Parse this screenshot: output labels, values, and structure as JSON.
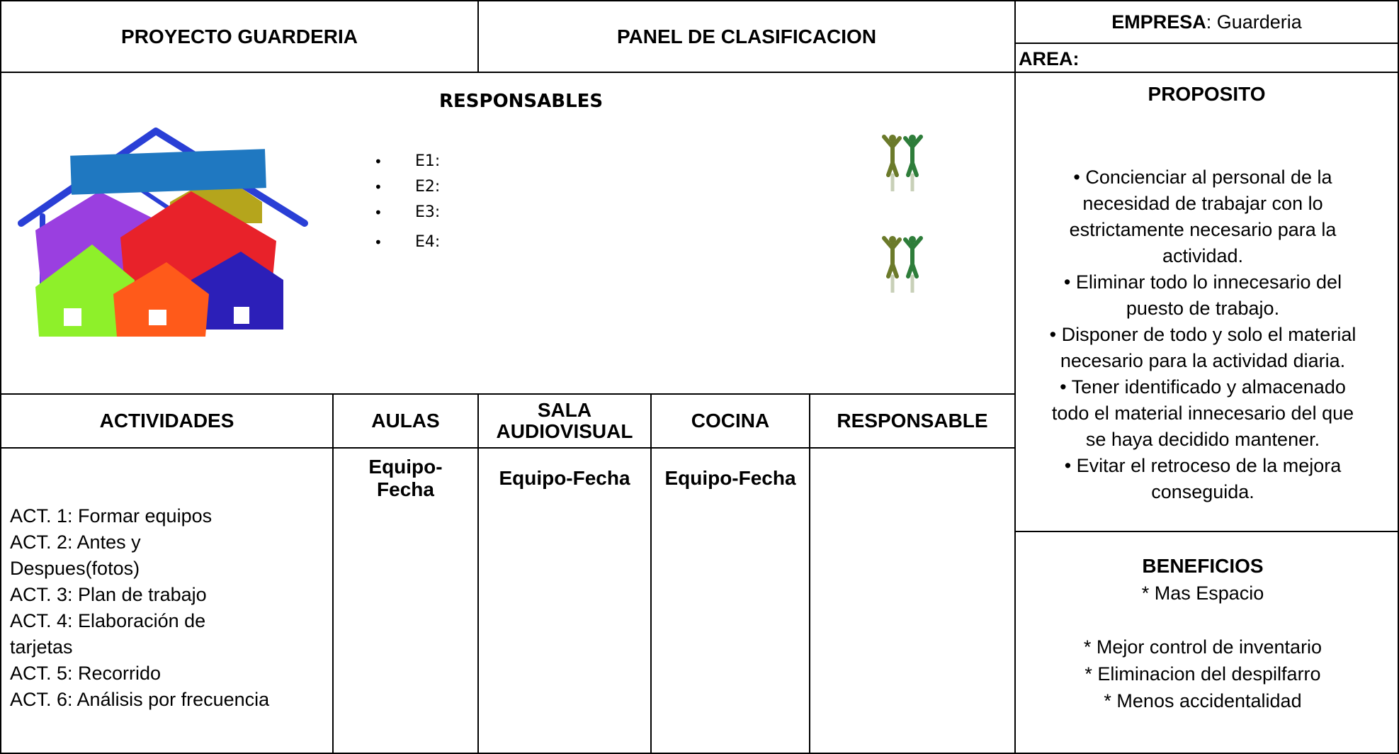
{
  "header": {
    "proyecto": "PROYECTO GUARDERIA",
    "panel": "PANEL DE CLASIFICACION",
    "empresa_label": "EMPRESA",
    "empresa_value": ": Guarderia",
    "area_label": "AREA:"
  },
  "responsables": {
    "title": "RESPONSABLES",
    "items": [
      "E1:",
      "E2:",
      "E3:",
      "E4:"
    ],
    "bullet": "•"
  },
  "table": {
    "headers": [
      "ACTIVIDADES",
      "AULAS",
      "SALA AUDIOVISUAL",
      "COCINA",
      "RESPONSABLE"
    ],
    "sala_line1": "SALA",
    "sala_line2": "AUDIOVISUAL",
    "aulas_sub_line1": "Equipo-",
    "aulas_sub_line2": "Fecha",
    "sala_sub": "Equipo-Fecha",
    "cocina_sub": "Equipo-Fecha",
    "actividades": [
      "ACT. 1:  Formar equipos",
      "ACT. 2: Antes y",
      "Despues(fotos)",
      "ACT. 3: Plan de trabajo",
      "ACT. 4: Elaboración de",
      "tarjetas",
      "ACT. 5: Recorrido",
      "ACT. 6: Análisis por frecuencia"
    ]
  },
  "proposito": {
    "title": "PROPOSITO",
    "lines": [
      "• Concienciar al personal de la",
      "necesidad de trabajar con lo",
      "estrictamente necesario para la",
      "actividad.",
      "• Eliminar todo lo innecesario del",
      "puesto de trabajo.",
      "• Disponer de todo y solo el material",
      "necesario para la actividad diaria.",
      "• Tener identificado y almacenado",
      "todo el material innecesario del que",
      "se haya decidido mantener.",
      "• Evitar el retroceso de la mejora",
      "conseguida."
    ]
  },
  "beneficios": {
    "title": "BENEFICIOS",
    "lines": [
      "* Mas Espacio",
      "",
      "* Mejor control de inventario",
      "* Eliminacion del despilfarro",
      "* Menos accidentalidad"
    ]
  },
  "colors": {
    "border": "#000000",
    "logo_bar": "#1f78c1",
    "figure_olive": "#6b7a2a",
    "figure_green": "#2e7d3a"
  },
  "icons": [
    "houses-drawing-logo",
    "people-cheer-icon"
  ]
}
